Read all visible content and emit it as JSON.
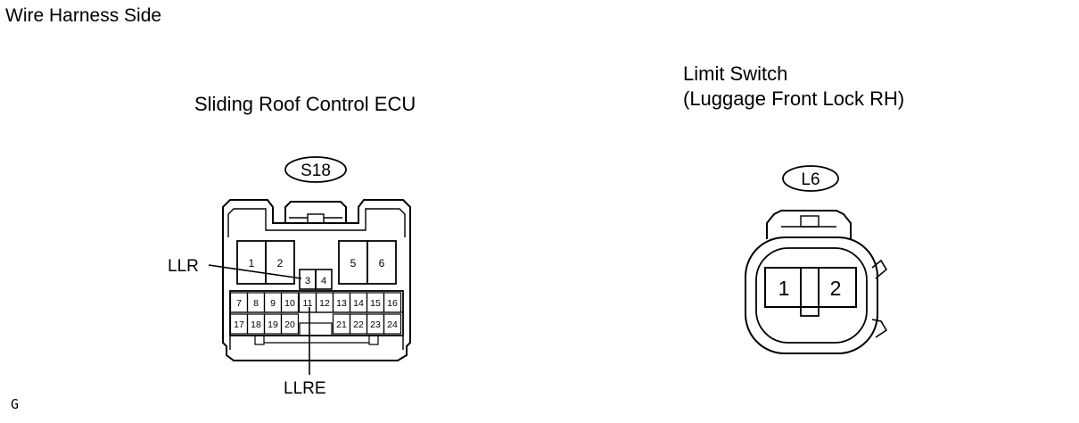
{
  "view_label": "Wire Harness Side",
  "ecu": {
    "title": "Sliding Roof Control ECU",
    "connector_id": "S18",
    "pins_upper": [
      "1",
      "2",
      "3",
      "4",
      "5",
      "6"
    ],
    "pins_row1": [
      "7",
      "8",
      "9",
      "10",
      "11",
      "12",
      "13",
      "14",
      "15",
      "16"
    ],
    "pins_row2": [
      "17",
      "18",
      "19",
      "20",
      "21",
      "22",
      "23",
      "24"
    ],
    "callouts": {
      "llr": "LLR",
      "llre": "LLRE"
    }
  },
  "limit_switch": {
    "title_line1": "Limit Switch",
    "title_line2": "(Luggage Front Lock RH)",
    "connector_id": "L6",
    "pins": [
      "1",
      "2"
    ]
  },
  "figure_code": "G"
}
